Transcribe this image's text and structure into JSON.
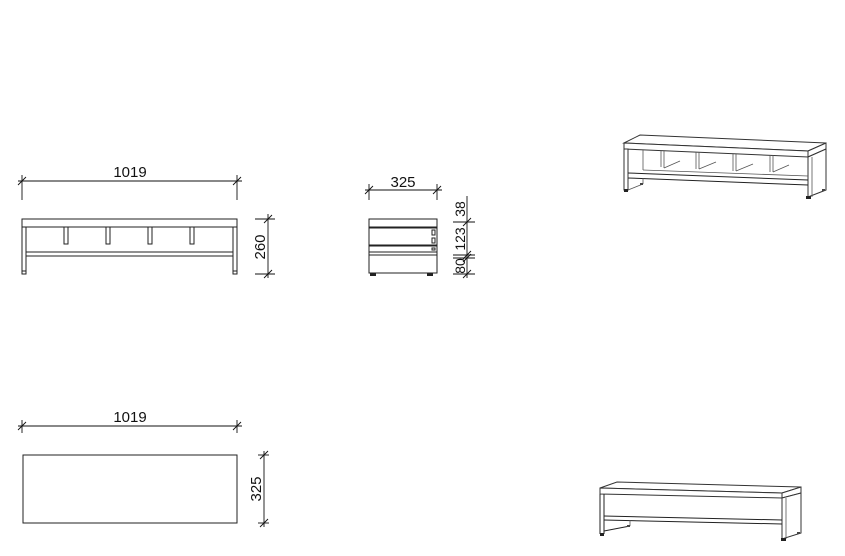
{
  "drawing": {
    "front_view": {
      "width_label": "1019",
      "height_label": "260"
    },
    "side_view": {
      "depth_label": "325",
      "top_label": "38",
      "middle_label": "123",
      "bottom_label": "80"
    },
    "top_view": {
      "width_label": "1019",
      "depth_label": "325"
    },
    "perspective_views": [
      {
        "name": "front-perspective"
      },
      {
        "name": "back-perspective"
      }
    ]
  }
}
